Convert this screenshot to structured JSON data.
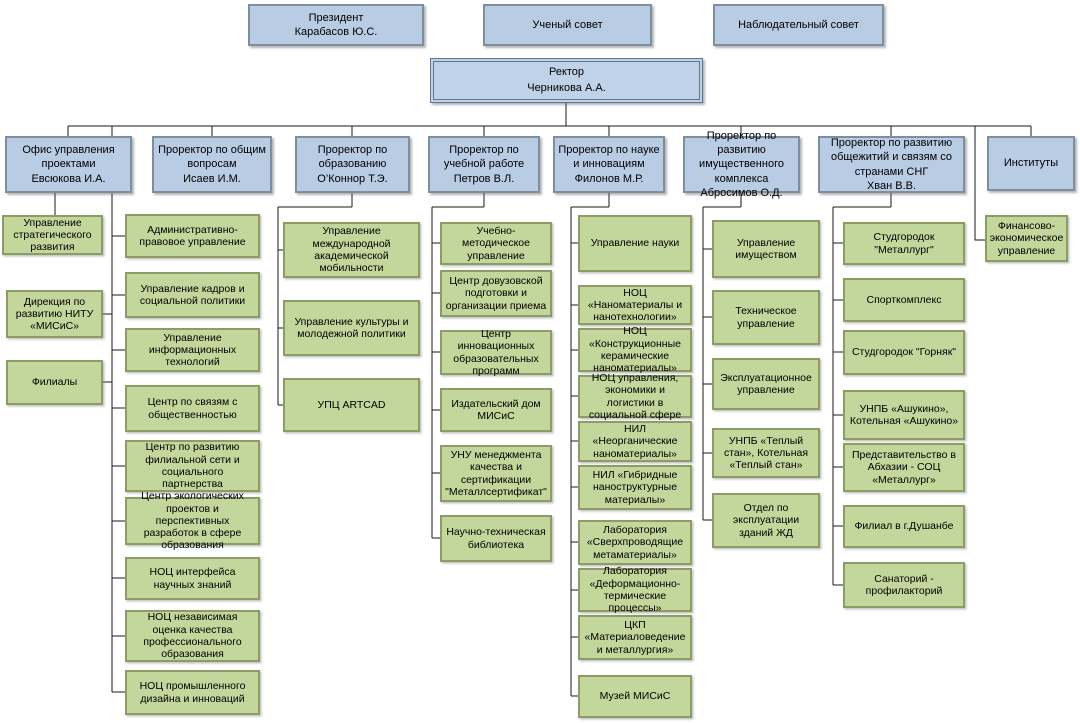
{
  "palette": {
    "blue_fill": "#b8cce4",
    "blue_border": "#7e8e9e",
    "green_fill": "#c3d69b",
    "green_border": "#8d9c66",
    "line_color": "#000000"
  },
  "top_row": [
    {
      "label": "Президент\nКарабасов Ю.С."
    },
    {
      "label": "Ученый совет"
    },
    {
      "label": "Наблюдательный совет"
    }
  ],
  "rector": {
    "label": "Ректор\nЧерникова А.А."
  },
  "managers": [
    {
      "label": "Офис управления проектами\nЕвсюкова И.А."
    },
    {
      "label": "Проректор по общим вопросам\nИсаев И.М."
    },
    {
      "label": "Проректор по образованию\nО’Коннор Т.Э."
    },
    {
      "label": "Проректор по учебной работе\nПетров В.Л."
    },
    {
      "label": "Проректор по науке и инновациям\nФилонов М.Р."
    },
    {
      "label": "Проректор по развитию имущественного комплекса\nАбросимов О.Д."
    },
    {
      "label": "Проректор по развитию общежитий и связям со странами СНГ\nХван В.В."
    },
    {
      "label": "Институты"
    }
  ],
  "departments": {
    "col1": [
      "Управление стратегического развития",
      "Дирекция по развитию НИТУ «МИСиС»",
      "Филиалы"
    ],
    "col2": [
      "Административно-правовое управление",
      "Управление кадров и социальной политики",
      "Управление информационных технологий",
      "Центр по связям с общественностью",
      "Центр по развитию филиальной сети и социального партнерства",
      "Центр экологических проектов и перспективных разработок в сфере образования",
      "НОЦ интерфейса научных знаний",
      "НОЦ независимая оценка качества профессионального образования",
      "НОЦ промышленного дизайна и инноваций"
    ],
    "col3": [
      "Управление международной академической мобильности",
      "Управление культуры и молодежной политики",
      "УПЦ ARTCAD"
    ],
    "col4": [
      "Учебно-методическое управление",
      "Центр довузовской подготовки и организации приема",
      "Центр инновационных образовательных программ",
      "Издательский дом МИСиС",
      "УНУ менеджмента качества и сертификации \"Металлсертификат\"",
      "Научно-техническая библиотека"
    ],
    "col5": [
      "Управление науки",
      "НОЦ «Наноматериалы и нанотехнологии»",
      "НОЦ «Конструкционные керамические наноматериалы»",
      "НОЦ управления, экономики и логистики в социальной сфере",
      "НИЛ «Неорганические наноматериалы»",
      "НИЛ «Гибридные наноструктурные материалы»",
      "Лаборатория «Сверхпроводящие метаматериалы»",
      "Лаборатория «Деформационно-термические процессы»",
      "ЦКП «Материаловедение и металлургия»",
      "Музей МИСиС"
    ],
    "col6": [
      "Управление имуществом",
      "Техническое управление",
      "Эксплуатационное управление",
      "УНПБ «Теплый стан», Котельная «Теплый стан»",
      "Отдел по эксплуатации зданий ЖД"
    ],
    "col7": [
      "Студгородок \"Металлург\"",
      "Спорткомплекс",
      "Студгородок \"Горняк\"",
      "УНПБ «Ашукино», Котельная «Ашукино»",
      "Представительство в Абхазии - СОЦ «Металлург»",
      "Филиал в г.Душанбе",
      "Санаторий - профилакторий"
    ],
    "col8": [
      "Финансово-экономическое управление"
    ]
  }
}
